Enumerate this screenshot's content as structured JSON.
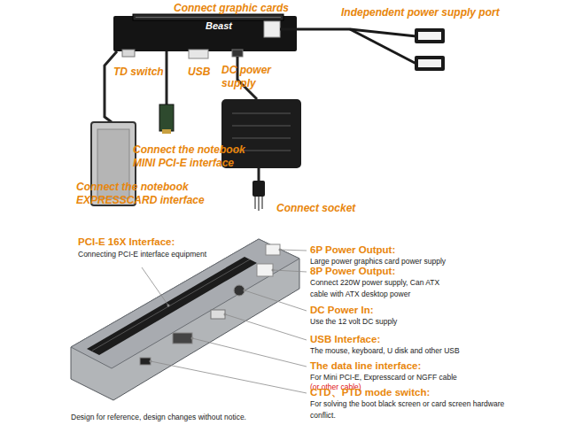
{
  "diagram": {
    "nodes": [
      {
        "text": [
          "Beast"
        ]
      }
    ],
    "labels": [
      "Connect graphic cards",
      "Independent power supply port",
      "TD switch",
      "USB",
      "DC power supply",
      "Connect the notebook MINI PCI-E interface",
      "Connect the notebook EXPRESSCARD interface",
      "Connect socket",
      "PCI-E 16X Interface:",
      "Connecting PCI-E interface equipment",
      "6P Power Output:",
      "Large power graphics card power supply",
      "8P Power Output:",
      "Connect 220W power supply, Can ATX cable with ATX desktop power",
      "DC Power In:",
      "Use the 12 volt DC supply",
      "USB Interface:",
      "The mouse, keyboard, U disk and other USB",
      "The data line interface:",
      "For Mini PCI-E, Expresscard or NGFF cable",
      "(or other cable)",
      "CTD、PTD mode switch:",
      "For solving the boot black screen or card screen hardware conflict.",
      "Design for reference, design changes without notice."
    ]
  }
}
